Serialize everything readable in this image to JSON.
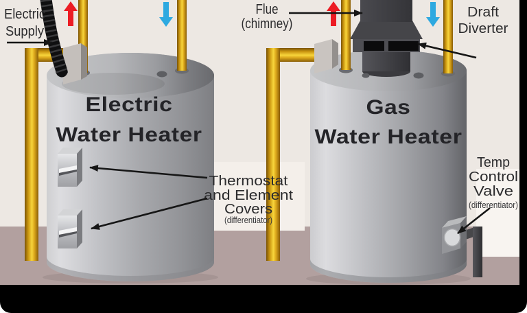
{
  "colors": {
    "wall": "#EDE8E3",
    "floor": "#B2A09F",
    "frame": "#000000",
    "pipe_gold": "#F0C22C",
    "hot_arrow_red": "#EC1C24",
    "cold_arrow_blue": "#2EA9E0",
    "tank_gray": "#A8A9AD",
    "flue_dark": "#414146"
  },
  "electric_heater": {
    "title_line1": "Electric",
    "title_line2": "Water Heater"
  },
  "gas_heater": {
    "title_line1": "Gas",
    "title_line2": "Water Heater"
  },
  "labels": {
    "electric_supply": {
      "line1": "Electric",
      "line2": "Supply"
    },
    "flue": {
      "line1": "Flue",
      "line2": "(chimney)"
    },
    "draft_diverter": {
      "line1": "Draft",
      "line2": "Diverter"
    },
    "thermostat_covers": {
      "line1": "Thermostat",
      "line2": "and Element",
      "line3": "Covers",
      "note": "(differentiator)"
    },
    "temp_control_valve": {
      "line1": "Temp",
      "line2": "Control",
      "line3": "Valve",
      "note": "(differentiator)"
    }
  }
}
